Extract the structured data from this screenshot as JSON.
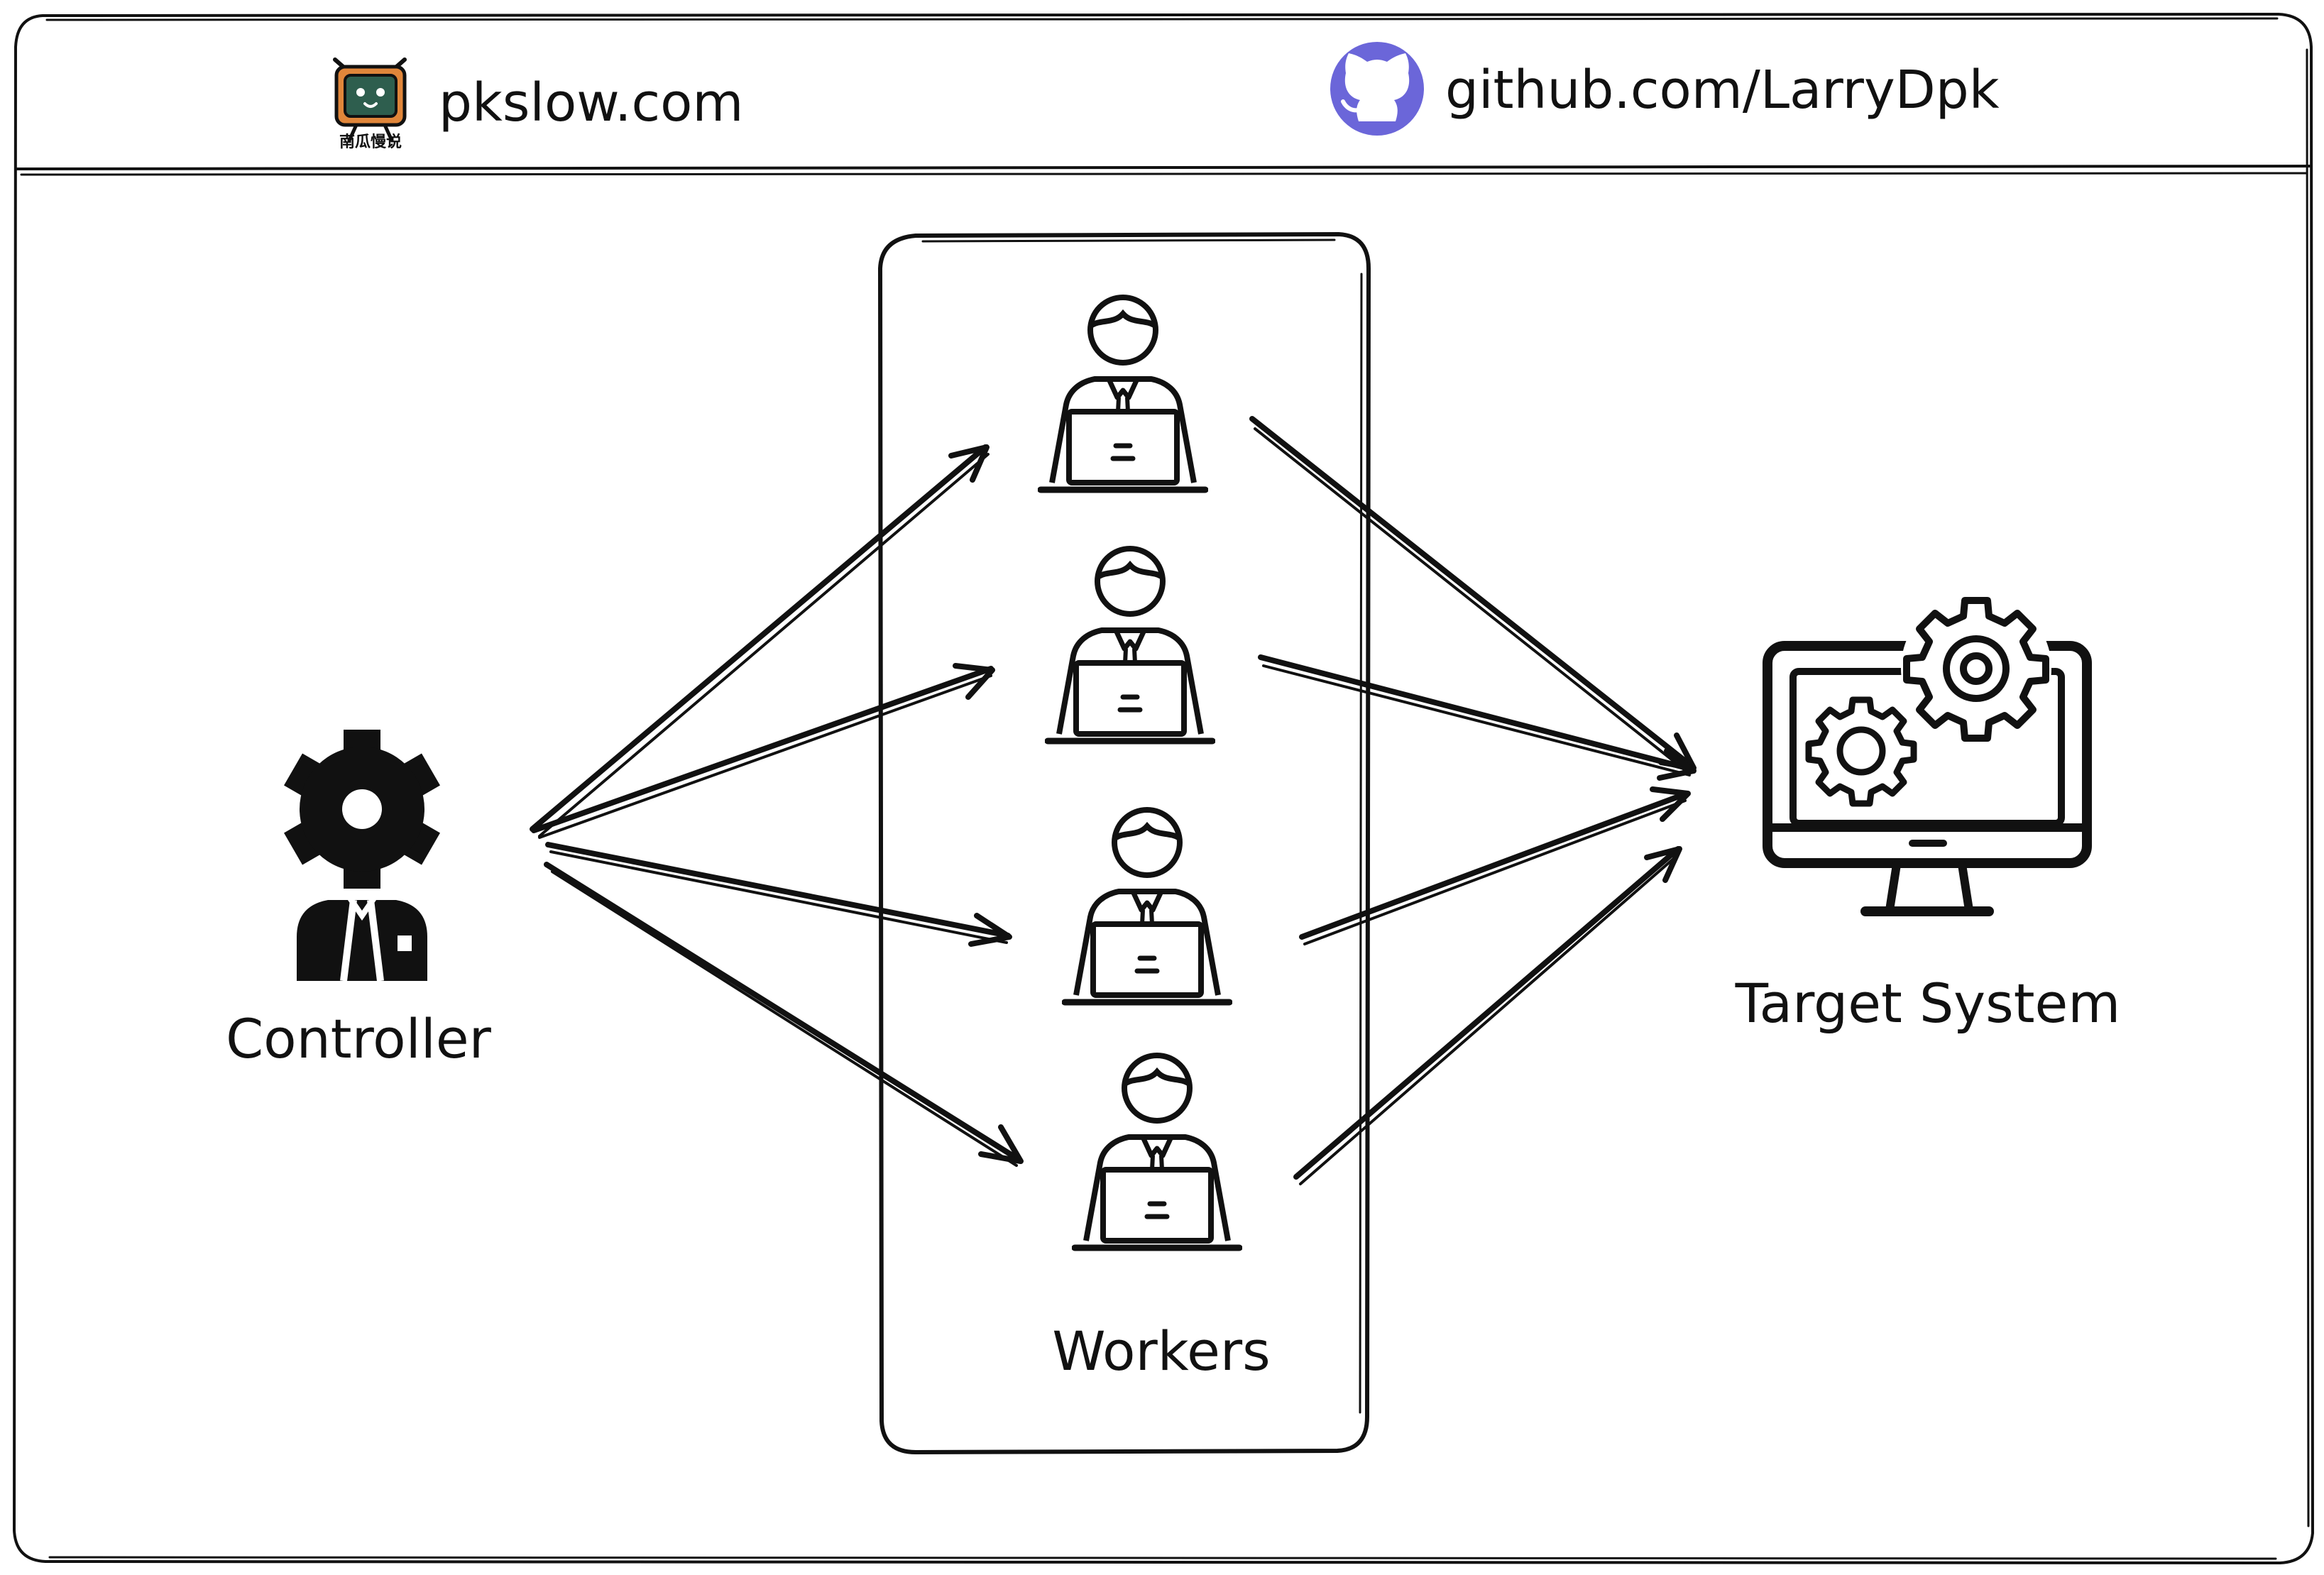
{
  "header": {
    "site_text": "pkslow.com",
    "logo_caption": "南瓜慢说",
    "github_text": "github.com/LarryDpk"
  },
  "diagram": {
    "controller_label": "Controller",
    "workers_label": "Workers",
    "target_label": "Target System",
    "nodes": [
      {
        "id": "controller",
        "label": "Controller",
        "icon": "gear-person-icon"
      },
      {
        "id": "worker-1",
        "label": "",
        "icon": "worker-laptop-icon"
      },
      {
        "id": "worker-2",
        "label": "",
        "icon": "worker-laptop-icon"
      },
      {
        "id": "worker-3",
        "label": "",
        "icon": "worker-laptop-icon"
      },
      {
        "id": "worker-4",
        "label": "",
        "icon": "worker-laptop-icon"
      },
      {
        "id": "target",
        "label": "Target System",
        "icon": "monitor-gears-icon"
      }
    ],
    "edges": [
      {
        "from": "controller",
        "to": "worker-1"
      },
      {
        "from": "controller",
        "to": "worker-2"
      },
      {
        "from": "controller",
        "to": "worker-3"
      },
      {
        "from": "controller",
        "to": "worker-4"
      },
      {
        "from": "worker-1",
        "to": "target"
      },
      {
        "from": "worker-2",
        "to": "target"
      },
      {
        "from": "worker-3",
        "to": "target"
      },
      {
        "from": "worker-4",
        "to": "target"
      }
    ]
  },
  "colors": {
    "ink": "#111111",
    "logo_green": "#2e5e4e",
    "logo_orange": "#e0863a",
    "github_purple": "#6b66d9"
  }
}
